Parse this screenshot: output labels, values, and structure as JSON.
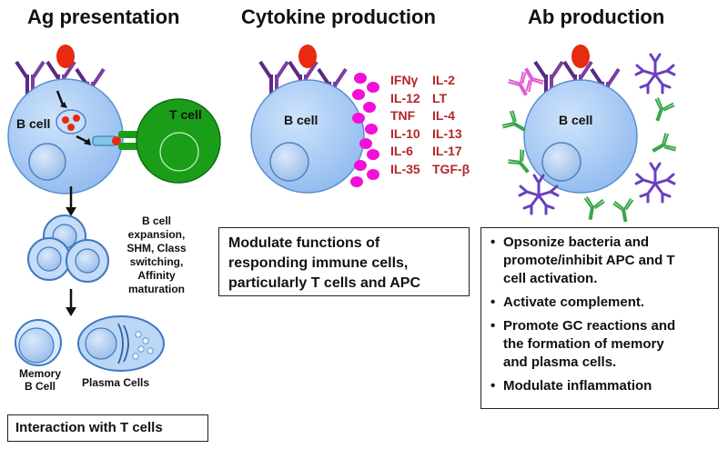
{
  "titles": {
    "ag": "Ag presentation",
    "cytokine": "Cytokine production",
    "ab": "Ab production"
  },
  "labels": {
    "b_cell": "B cell",
    "t_cell": "T cell",
    "expansion": [
      "B cell",
      "expansion,",
      "SHM, Class",
      "switching,",
      "Affinity",
      "maturation"
    ],
    "memory": [
      "Memory",
      "B Cell"
    ],
    "plasma": "Plasma Cells"
  },
  "cytokines": {
    "left": [
      "IFNγ",
      "IL-12",
      "TNF",
      "IL-10",
      "IL-6",
      "IL-35"
    ],
    "right": [
      "IL-2",
      "LT",
      "IL-4",
      "IL-13",
      "IL-17",
      "TGF-β"
    ]
  },
  "boxes": {
    "interaction": "Interaction with T cells",
    "modulate": [
      "Modulate functions of",
      "responding immune cells,",
      "particularly T cells and APC"
    ],
    "ab_functions": [
      [
        "Opsonize bacteria and",
        "promote/inhibit APC and T",
        "cell activation."
      ],
      [
        "Activate complement."
      ],
      [
        "Promote GC reactions and",
        "the formation of memory",
        "and plasma cells."
      ],
      [
        "Modulate inflammation"
      ]
    ]
  },
  "colors": {
    "cell_blue": "#9fc5f2",
    "cell_outline": "#5b8fd0",
    "tcell_green": "#1a9e1a",
    "antigen_red": "#e82a10",
    "receptor_purple": "#7b3f9e",
    "cytokine_magenta": "#f20fd8",
    "cytokine_text": "#b3262a",
    "ab_green": "#3aa64a",
    "ab_pink": "#e25ad4",
    "ab_violet": "#6a3fc0"
  }
}
